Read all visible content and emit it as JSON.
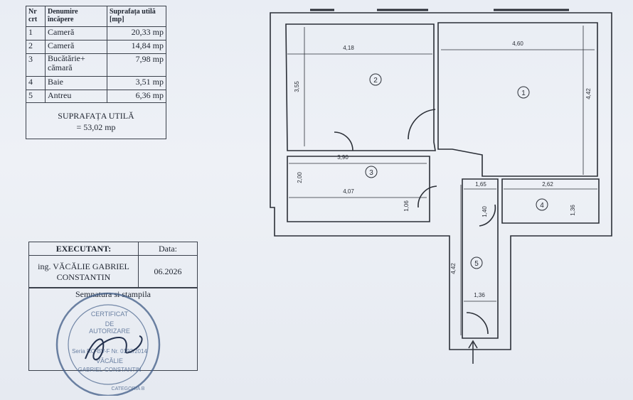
{
  "table": {
    "headers": {
      "nr": "Nr crt",
      "room": "Denumire încăpere",
      "area": "Suprafața utilă [mp]"
    },
    "rows": [
      {
        "nr": "1",
        "name": "Cameră",
        "area": "20,33 mp"
      },
      {
        "nr": "2",
        "name": "Cameră",
        "area": "14,84 mp"
      },
      {
        "nr": "3",
        "name": "Bucătărie+ cămară",
        "area": "7,98 mp"
      },
      {
        "nr": "4",
        "name": "Baie",
        "area": "3,51 mp"
      },
      {
        "nr": "5",
        "name": "Antreu",
        "area": "6,36 mp"
      }
    ],
    "total_label": "SUPRAFAȚA UTILĂ",
    "total_value": "= 53,02 mp"
  },
  "executant": {
    "label": "EXECUTANT:",
    "date_label": "Data:",
    "name_line1": "ing. VĂCĂLIE GABRIEL",
    "name_line2": "CONSTANTIN",
    "date": "06.2026"
  },
  "signature": {
    "title": "Semnatura si stampila"
  },
  "stamp": {
    "certificate": "CERTIFICAT",
    "de": "DE",
    "authorization": "AUTORIZARE",
    "series": "Seria RO-BV-F Nr. 0192/2014",
    "name": "VĂCĂLIE",
    "name2": "GABRIEL-CONSTANTIN",
    "category": "CATEGORIA B"
  },
  "plan": {
    "dimensions": {
      "r2_width": "4,18",
      "r2_height": "3,55",
      "r1_width": "4,60",
      "r1_height": "4,42",
      "r3_top": "3,90",
      "r3_height": "2,00",
      "r3_bottom": "4,07",
      "r3_small": "1,06",
      "hall_top": "1,65",
      "bath_width": "2,62",
      "bath_height": "1,40",
      "bath_right": "1,36",
      "hall_height": "4,42",
      "hall_width": "1,36"
    },
    "room_labels": [
      "1",
      "2",
      "3",
      "4",
      "5"
    ]
  }
}
